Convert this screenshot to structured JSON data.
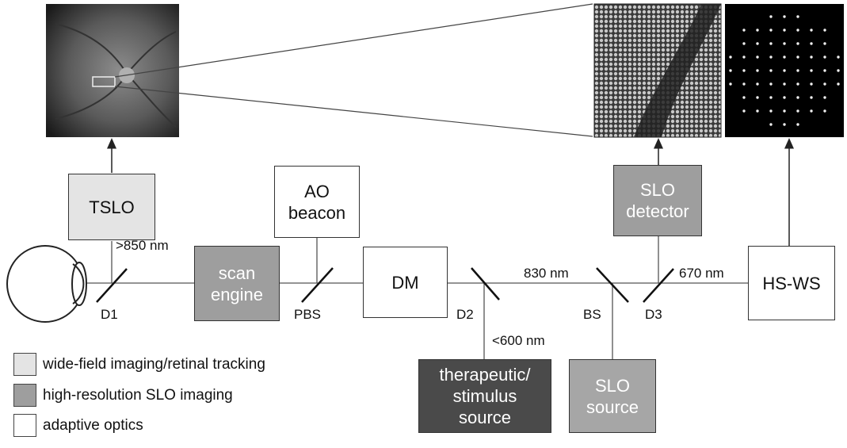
{
  "boxes": {
    "tslo": [
      "TSLO"
    ],
    "scan_engine": [
      "scan",
      "engine"
    ],
    "ao_beacon": [
      "AO",
      "beacon"
    ],
    "dm": [
      "DM"
    ],
    "therapeutic": [
      "therapeutic/",
      "stimulus",
      "source"
    ],
    "slo_source": [
      "SLO",
      "source"
    ],
    "slo_detector": [
      "SLO",
      "detector"
    ],
    "hs_ws": [
      "HS-WS"
    ]
  },
  "labels": {
    "d1": "D1",
    "pbs": "PBS",
    "d2": "D2",
    "bs": "BS",
    "d3": "D3",
    "wl_850": ">850 nm",
    "wl_830": "830 nm",
    "wl_670": "670 nm",
    "wl_600": "<600 nm"
  },
  "legend": [
    {
      "label": "wide-field imaging/retinal tracking",
      "color": "#e4e4e4"
    },
    {
      "label": "high-resolution SLO imaging",
      "color": "#9e9e9e"
    },
    {
      "label": "adaptive optics",
      "color": "#ffffff"
    }
  ],
  "images": {
    "fundus": "wide-field fundus image",
    "cone_mosaic": "cone photoreceptor mosaic image",
    "spot_pattern": "Shack-Hartmann spot pattern"
  }
}
